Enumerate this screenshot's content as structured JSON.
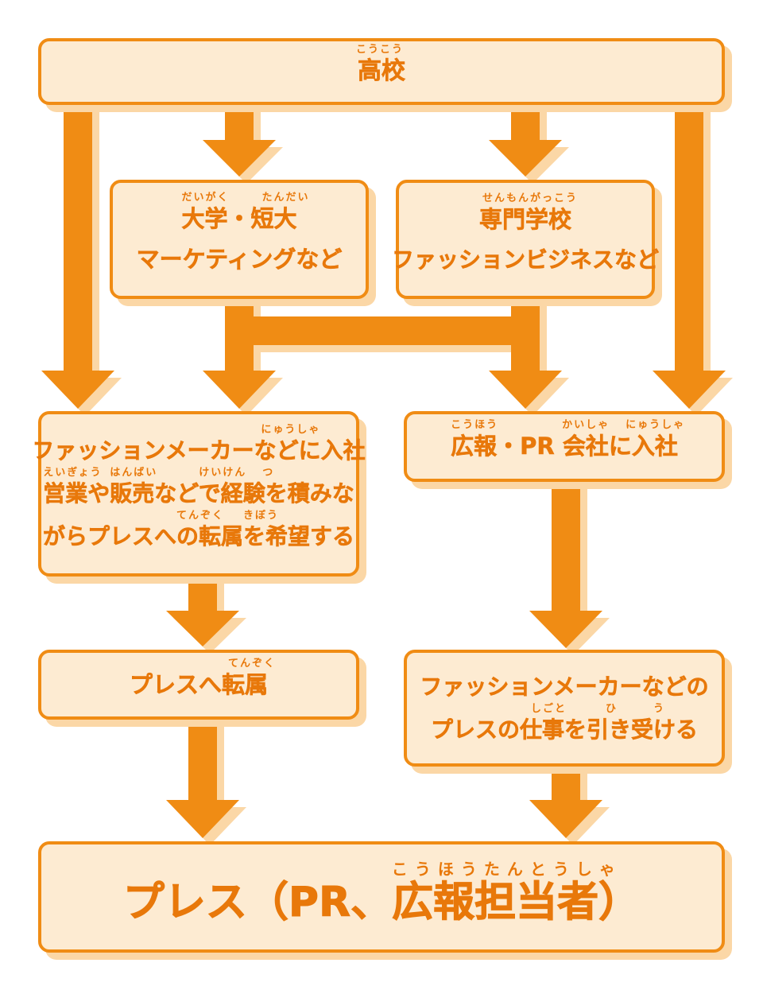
{
  "colors": {
    "accent": "#f08c14",
    "box_fill": "#fdebd2",
    "box_shadow": "#fbd7a6",
    "text": "#e8780a"
  },
  "boxes": {
    "high_school": {
      "line1": "高校",
      "ruby1": "こうこう"
    },
    "university": {
      "line1": "大学・短大",
      "ruby1a": "だいがく",
      "ruby1b": "たんだい",
      "line2": "マーケティングなど"
    },
    "vocational": {
      "line1": "専門学校",
      "ruby1": "せんもんがっこう",
      "line2": "ファッションビジネスなど"
    },
    "fashion_maker": {
      "line1": "ファッションメーカーなどに入社",
      "ruby1": "にゅうしゃ",
      "line2": "営業や販売などで経験を積みな",
      "ruby2a": "えいぎょう",
      "ruby2b": "はんばい",
      "ruby2c": "けいけん",
      "ruby2d": "つ",
      "line3": "がらプレスへの転属を希望する",
      "ruby3a": "てんぞく",
      "ruby3b": "きぼう"
    },
    "pr_company": {
      "line1": "広報・PR 会社に入社",
      "ruby1a": "こうほう",
      "ruby1b": "かいしゃ",
      "ruby1c": "にゅうしゃ"
    },
    "press_transfer": {
      "line1": "プレスへ転属",
      "ruby1": "てんぞく"
    },
    "pr_contract": {
      "line1": "ファッションメーカーなどの",
      "line2": "プレスの仕事を引き受ける",
      "ruby2a": "しごと",
      "ruby2b": "ひ",
      "ruby2c": "う"
    },
    "goal": {
      "line1": "プレス（PR、広報担当者）",
      "ruby1": "こうほうたんとうしゃ"
    }
  }
}
